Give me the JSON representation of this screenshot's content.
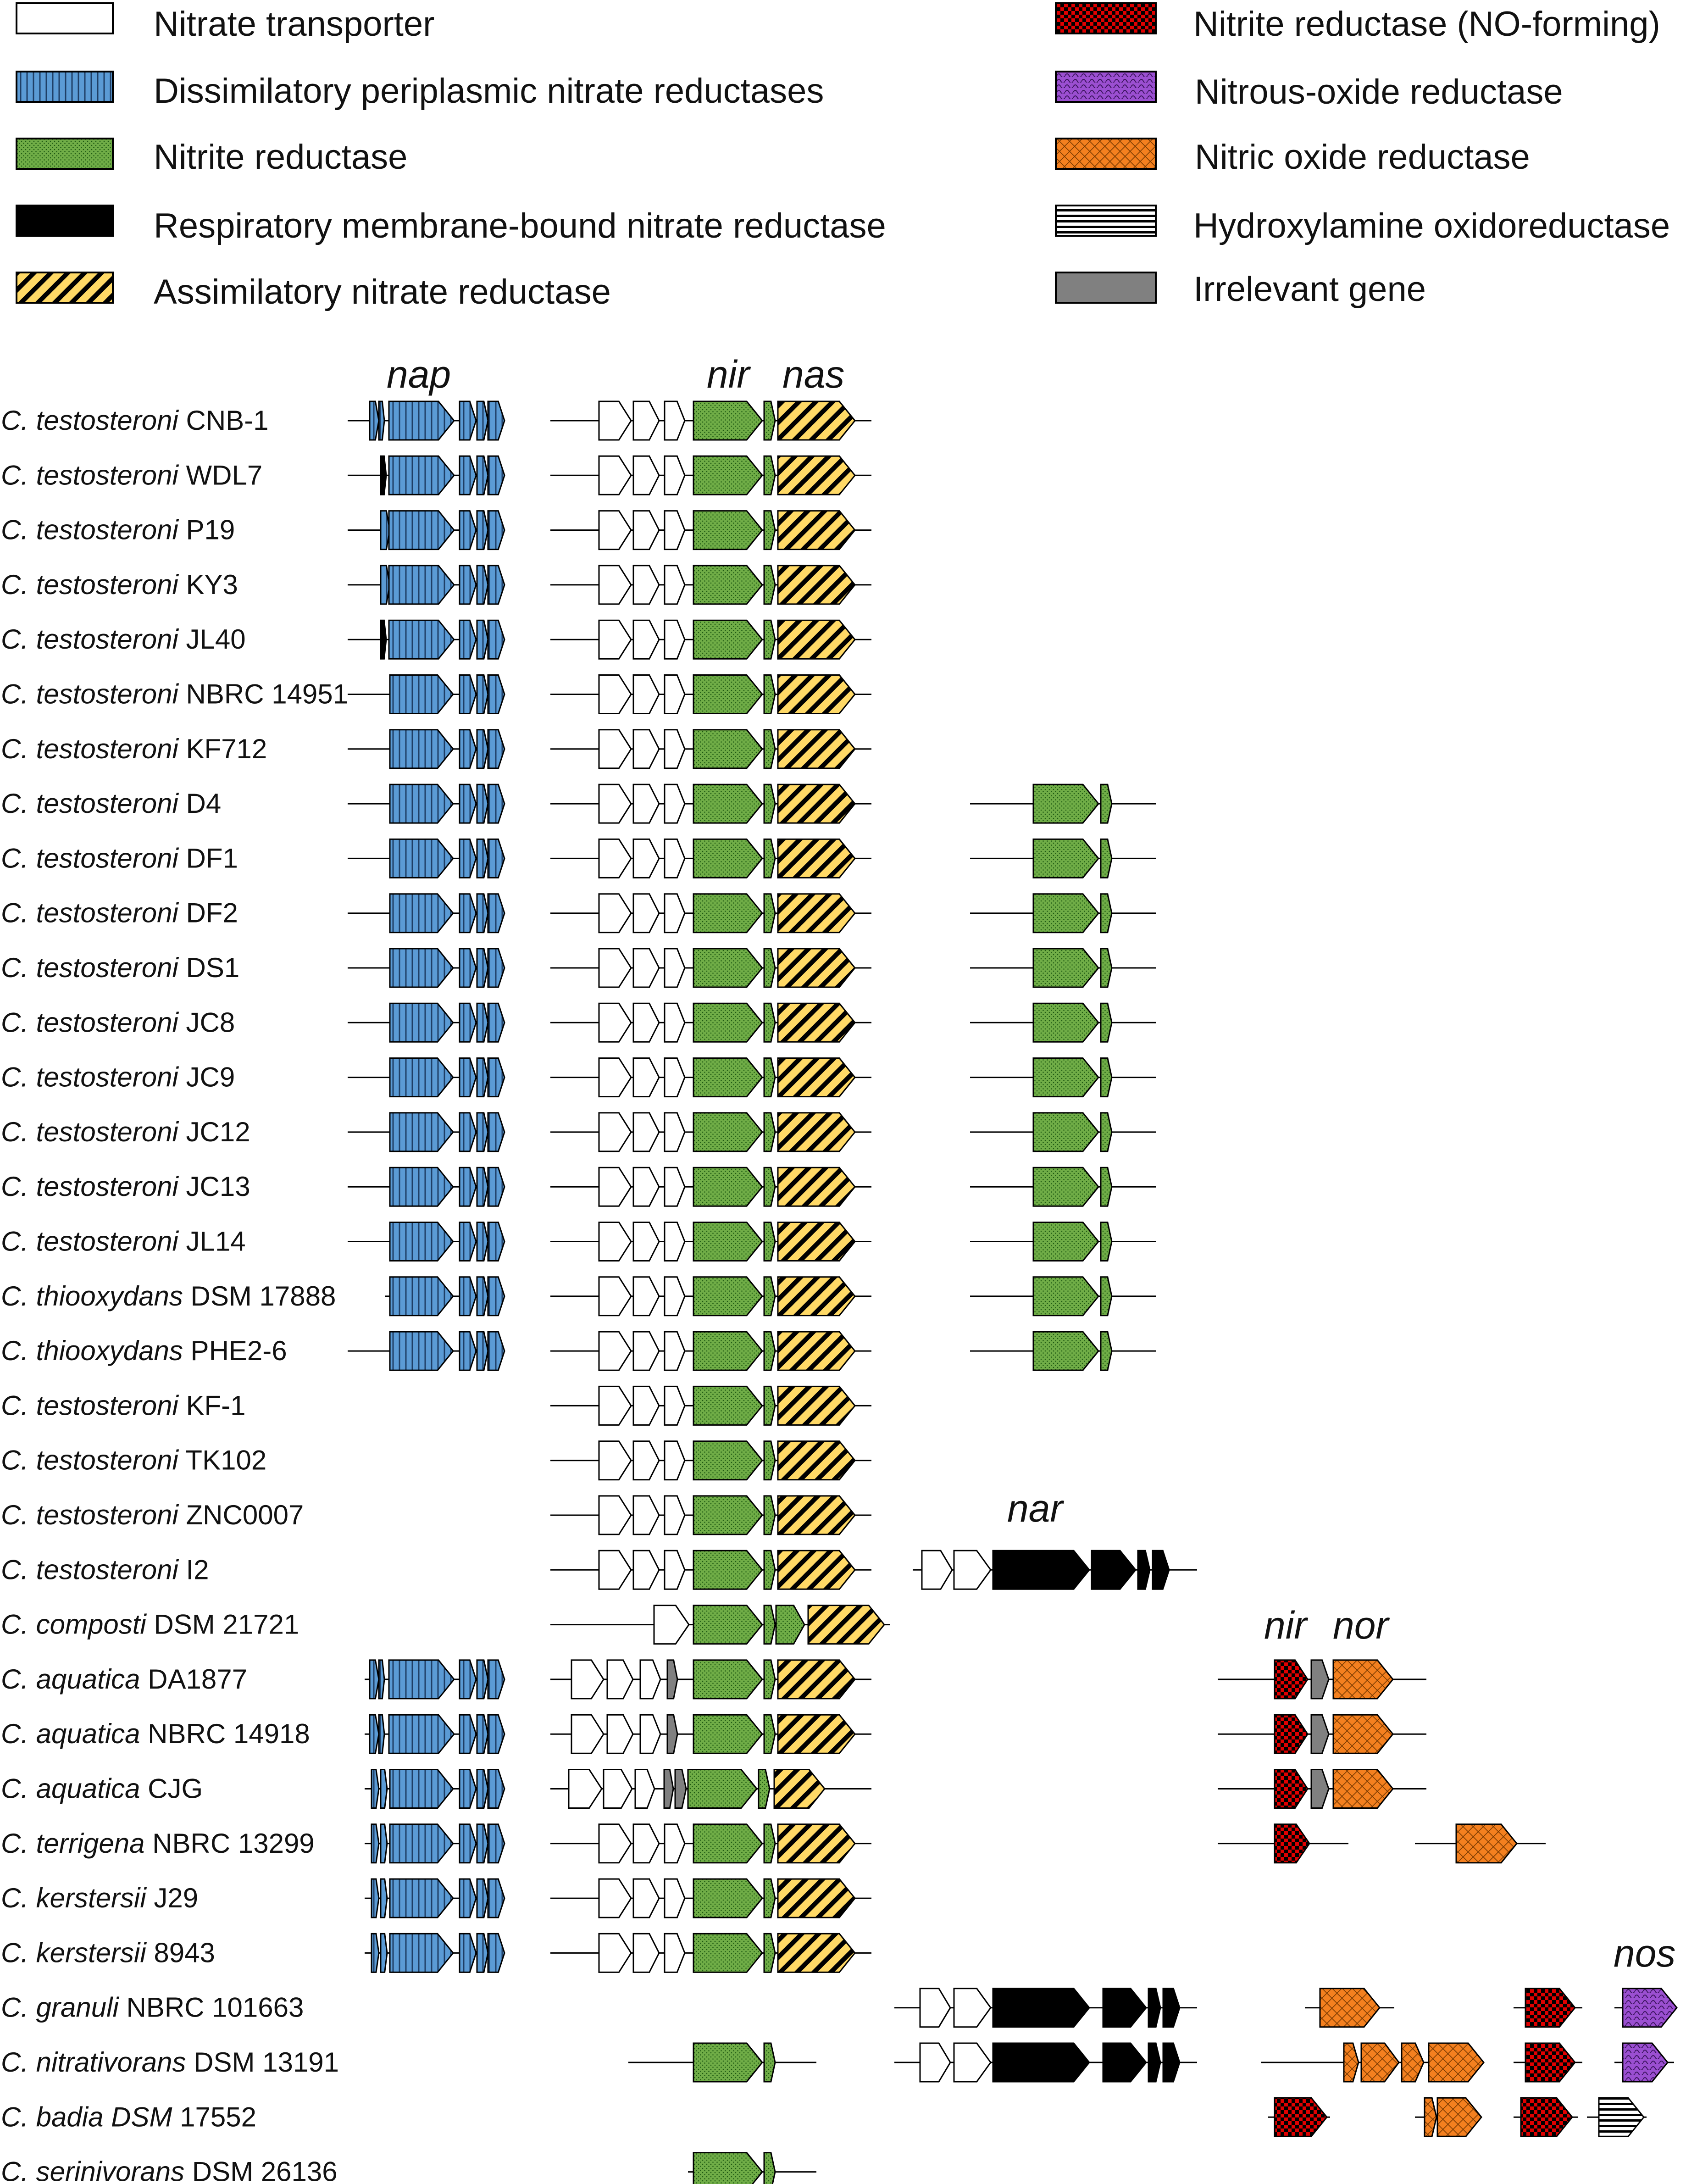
{
  "legend": [
    {
      "label": "Nitrate transporter",
      "pattern": "white",
      "color": "#ffffff"
    },
    {
      "label": "Dissimilatory periplasmic nitrate reductases",
      "pattern": "blue",
      "color": "#5b9bd5"
    },
    {
      "label": "Nitrite reductase",
      "pattern": "green",
      "color": "#70ad47"
    },
    {
      "label": "Respiratory membrane-bound nitrate reductase",
      "pattern": "black",
      "color": "#000000"
    },
    {
      "label": "Assimilatory nitrate reductase",
      "pattern": "yellow",
      "color": "#ffd966"
    },
    {
      "label": "Nitrite reductase (NO-forming)",
      "pattern": "red",
      "color": "#e00000"
    },
    {
      "label": "Nitrous-oxide reductase",
      "pattern": "purple",
      "color": "#9b4fd1"
    },
    {
      "label": "Nitric oxide reductase",
      "pattern": "orange",
      "color": "#f4801f"
    },
    {
      "label": "Hydroxylamine oxidoreductase",
      "pattern": "stripe",
      "color": "#ffffff"
    },
    {
      "label": "Irrelevant gene",
      "pattern": "gray",
      "color": "#808080"
    }
  ],
  "cluster_labels": [
    {
      "id": "nap",
      "text": "nap"
    },
    {
      "id": "nir1",
      "text": "nir"
    },
    {
      "id": "nas",
      "text": "nas"
    },
    {
      "id": "nar",
      "text": "nar"
    },
    {
      "id": "nir2",
      "text": "nir"
    },
    {
      "id": "nor",
      "text": "nor"
    },
    {
      "id": "nos",
      "text": "nos"
    }
  ],
  "strains": [
    {
      "genus": "C.",
      "species": "testosteroni",
      "strain": "CNB-1"
    },
    {
      "genus": "C.",
      "species": "testosteroni",
      "strain": "WDL7"
    },
    {
      "genus": "C.",
      "species": "testosteroni",
      "strain": "P19"
    },
    {
      "genus": "C.",
      "species": "testosteroni",
      "strain": "KY3"
    },
    {
      "genus": "C.",
      "species": "testosteroni",
      "strain": "JL40"
    },
    {
      "genus": "C.",
      "species": "testosteroni",
      "strain": "NBRC 14951"
    },
    {
      "genus": "C.",
      "species": "testosteroni",
      "strain": "KF712"
    },
    {
      "genus": "C.",
      "species": "testosteroni",
      "strain": "D4"
    },
    {
      "genus": "C.",
      "species": "testosteroni",
      "strain": "DF1"
    },
    {
      "genus": "C.",
      "species": "testosteroni",
      "strain": "DF2"
    },
    {
      "genus": "C.",
      "species": "testosteroni",
      "strain": "DS1"
    },
    {
      "genus": "C.",
      "species": "testosteroni",
      "strain": "JC8"
    },
    {
      "genus": "C.",
      "species": "testosteroni",
      "strain": "JC9"
    },
    {
      "genus": "C.",
      "species": "testosteroni",
      "strain": "JC12"
    },
    {
      "genus": "C.",
      "species": "testosteroni",
      "strain": "JC13"
    },
    {
      "genus": "C.",
      "species": "testosteroni",
      "strain": "JL14"
    },
    {
      "genus": "C.",
      "species": "thiooxydans",
      "strain": "DSM 17888"
    },
    {
      "genus": "C.",
      "species": "thiooxydans",
      "strain": "PHE2-6"
    },
    {
      "genus": "C.",
      "species": "testosteroni",
      "strain": "KF-1"
    },
    {
      "genus": "C.",
      "species": "testosteroni",
      "strain": "TK102"
    },
    {
      "genus": "C.",
      "species": "testosteroni",
      "strain": "ZNC0007"
    },
    {
      "genus": "C.",
      "species": "testosteroni",
      "strain": "I2"
    },
    {
      "genus": "C.",
      "species": "composti",
      "strain": "DSM 21721"
    },
    {
      "genus": "C.",
      "species": "aquatica",
      "strain": "DA1877"
    },
    {
      "genus": "C.",
      "species": "aquatica",
      "strain": "NBRC 14918"
    },
    {
      "genus": "C.",
      "species": "aquatica",
      "strain": "CJG"
    },
    {
      "genus": "C.",
      "species": "terrigena",
      "strain": "NBRC 13299"
    },
    {
      "genus": "C.",
      "species": "kerstersii",
      "strain": "J29"
    },
    {
      "genus": "C.",
      "species": "kerstersii",
      "strain": "8943"
    },
    {
      "genus": "C.",
      "species": "granuli",
      "strain": "NBRC 101663"
    },
    {
      "genus": "C.",
      "species": "nitrativorans",
      "strain": "DSM 13191"
    },
    {
      "genus": "C.",
      "species": "badia DSM",
      "strain": "17552"
    },
    {
      "genus": "C.",
      "species": "serinivorans",
      "strain": "DSM 26136"
    }
  ]
}
